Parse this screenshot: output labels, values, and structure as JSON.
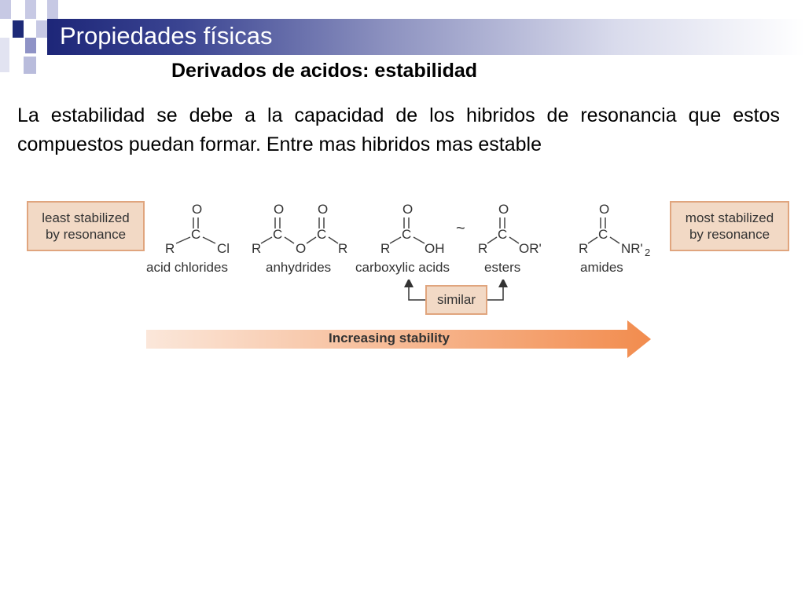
{
  "header": {
    "title": "Propiedades físicas"
  },
  "subtitle": "Derivados de acidos: estabilidad",
  "body": {
    "text": "La estabilidad se debe a la capacidad de los hibridos de resonancia que estos compuestos puedan formar. Entre mas hibridos mas estable"
  },
  "diagram": {
    "least_box": [
      "least stabilized",
      "by resonance"
    ],
    "most_box": [
      "most stabilized",
      "by resonance"
    ],
    "compounds": [
      {
        "name": "acid chlorides",
        "atoms": {
          "o": "O",
          "c": "C",
          "left": "R",
          "right": "Cl"
        }
      },
      {
        "name": "anhydrides",
        "atoms": {
          "o1": "O",
          "o2": "O",
          "c1": "C",
          "c2": "C",
          "left": "R",
          "bridge": "O",
          "right": "R"
        }
      },
      {
        "name": "carboxylic acids",
        "atoms": {
          "o": "O",
          "c": "C",
          "left": "R",
          "right": "OH"
        }
      },
      {
        "name": "esters",
        "atoms": {
          "o": "O",
          "c": "C",
          "left": "R",
          "right": "OR'"
        }
      },
      {
        "name": "amides",
        "atoms": {
          "o": "O",
          "c": "C",
          "left": "R",
          "right": "NR'",
          "sub": "2"
        }
      }
    ],
    "approx_symbol": "~",
    "similar_label": "similar",
    "arrow_label": "Increasing stability",
    "colors": {
      "box_fill": "#f2d9c5",
      "box_border": "#e0a57e",
      "arrow_start": "#fbe7da",
      "arrow_end": "#f28c4e",
      "title_bar": "#1d2678"
    }
  }
}
